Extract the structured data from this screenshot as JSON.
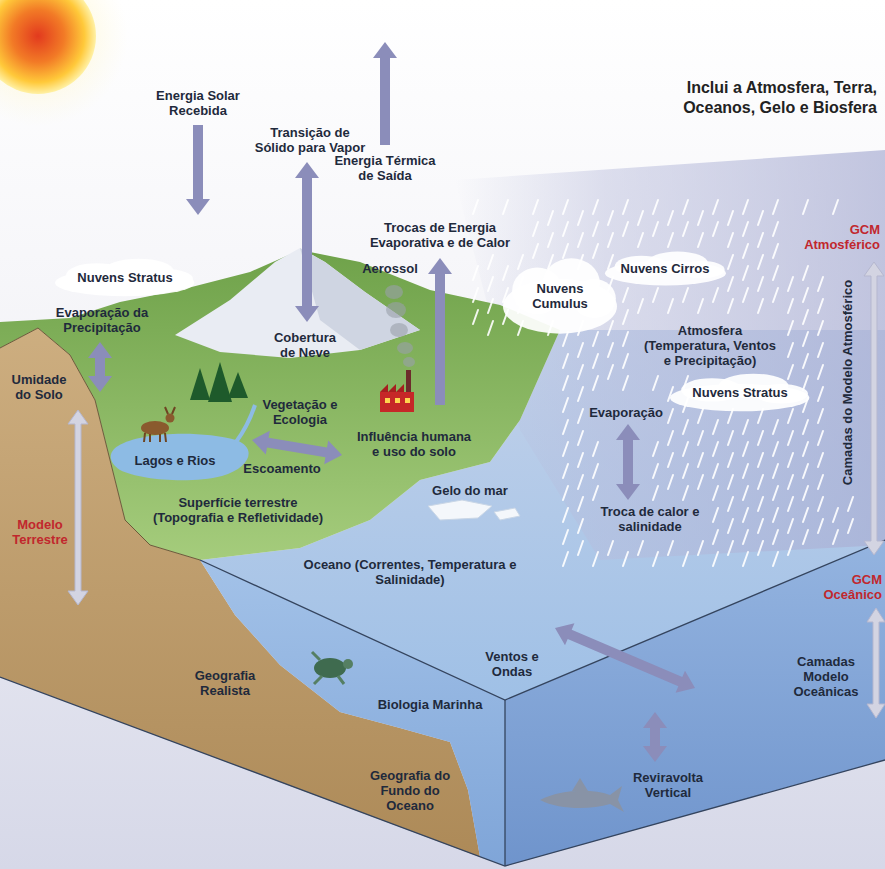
{
  "diagram": {
    "title": "Inclui a Atmosfera, Terra, Oceanos, Gelo e Biosfera",
    "nodes": [
      {
        "text": [
          "Nuvens Stratus"
        ]
      },
      {
        "text": [
          "Nuvens Cumulus"
        ]
      },
      {
        "text": [
          "Nuvens Cirros"
        ]
      },
      {
        "text": [
          "Nuvens Stratus"
        ]
      }
    ],
    "labels": [
      "Energia Solar Recebida",
      "Energia Térmica de Saída",
      "Transição de Sólido para Vapor",
      "Trocas de Energia Evaporativa e de Calor",
      "Aerossol",
      "Evaporação da Precipitação",
      "Cobertura de Neve",
      "Umidade do Solo",
      "Vegetação e Ecologia",
      "Influência humana e uso do solo",
      "Lagos e Rios",
      "Escoamento",
      "Gelo do mar",
      "Superfície terrestre (Topografia e Refletividade)",
      "Modelo Terrestre",
      "Oceano (Correntes, Temperatura e Salinidade)",
      "Atmosfera (Temperatura, Ventos e Precipitação)",
      "Evaporação",
      "Troca de calor e salinidade",
      "GCM Atmosférico",
      "Camadas do Modelo Atmosférico",
      "GCM Oceânico",
      "Ventos e Ondas",
      "Biologia Marinha",
      "Geografia Realista",
      "Camadas Modelo Oceânicas",
      "Reviravolta Vertical",
      "Geografia do Fundo do Oceano"
    ]
  }
}
